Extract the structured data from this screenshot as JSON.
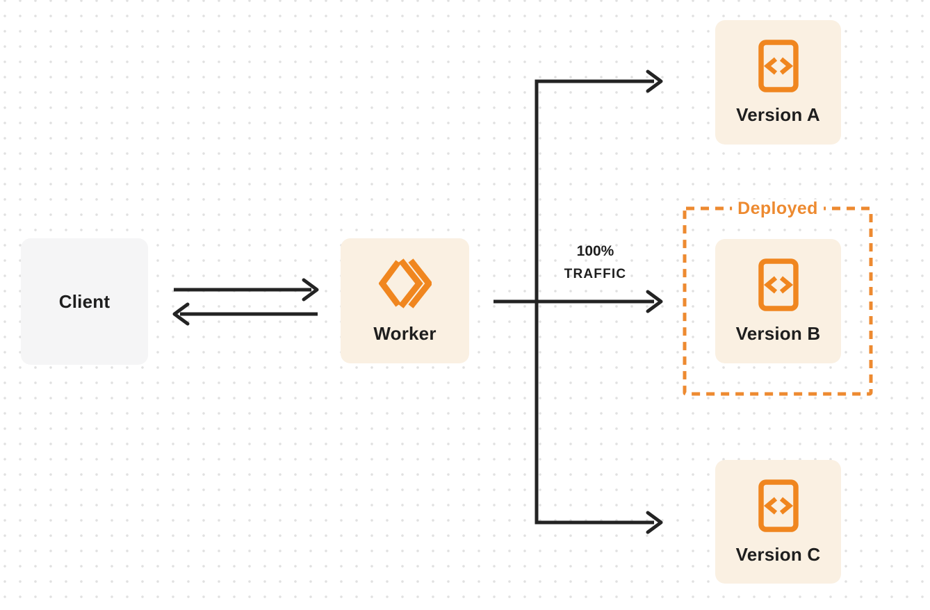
{
  "diagram": {
    "nodes": {
      "client": {
        "label": "Client"
      },
      "worker": {
        "label": "Worker"
      },
      "version_a": {
        "label": "Version A"
      },
      "version_b": {
        "label": "Version B"
      },
      "version_c": {
        "label": "Version C"
      }
    },
    "edge_labels": {
      "traffic": {
        "line1": "100%",
        "line2": "TRAFFIC"
      }
    },
    "annotations": {
      "deployed": "Deployed"
    },
    "icons": {
      "worker": "worker-logo-icon",
      "version": "code-file-icon"
    },
    "colors": {
      "accent_orange": "#ed8a30",
      "node_cream_bg": "#faf0e2",
      "client_gray_bg": "#f5f5f6",
      "arrow_dark": "#232323",
      "text_dark": "#1e1e1e",
      "dot_grid": "#e0e0e0",
      "background": "#ffffff"
    }
  }
}
